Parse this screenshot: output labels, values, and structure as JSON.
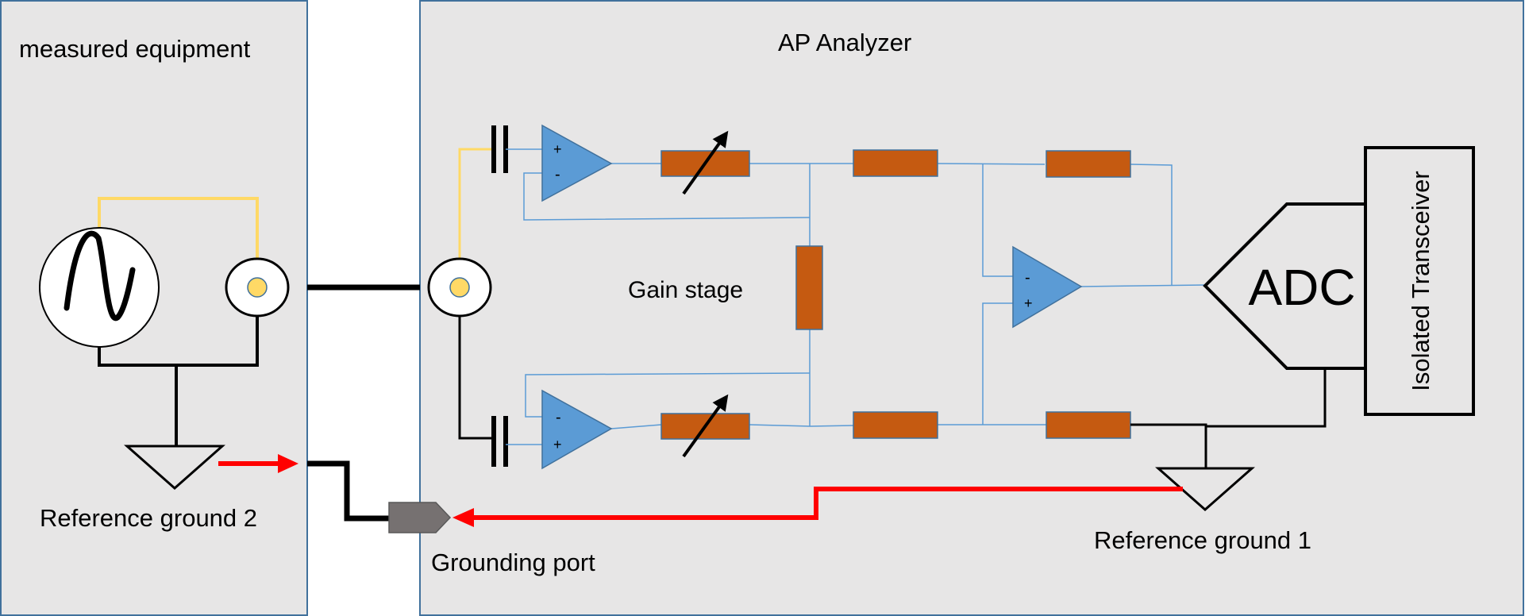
{
  "labels": {
    "measured_equipment": "measured equipment",
    "ap_analyzer": "AP Analyzer",
    "gain_stage": "Gain stage",
    "adc": "ADC",
    "isolated_transceiver": "Isolated Transceiver",
    "reference_ground_1": "Reference ground 1",
    "reference_ground_2": "Reference ground 2",
    "grounding_port": "Grounding port"
  },
  "opamp_signs": {
    "top_left": [
      "+",
      "-"
    ],
    "bottom_left": [
      "-",
      "+"
    ],
    "right": [
      "-",
      "+"
    ]
  },
  "colors": {
    "panel_fill": "#e7e6e6",
    "panel_border": "#41719c",
    "resistor": "#c55a11",
    "opamp": "#5b9bd5",
    "thin_wire": "#5b9bd5",
    "signal_wire": "#ffd966",
    "ground_current": "#ff0000",
    "port": "#767171"
  }
}
